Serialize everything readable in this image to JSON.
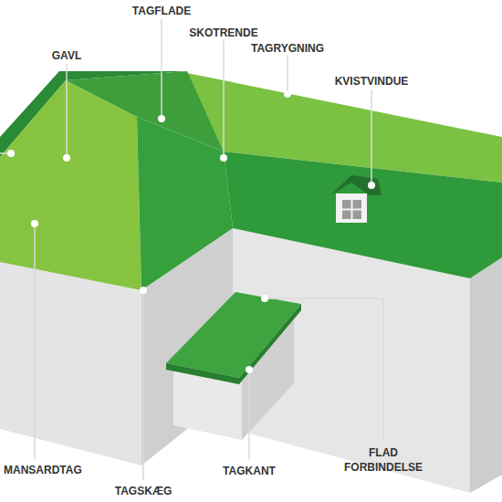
{
  "diagram": {
    "labels": [
      "TAGFLADE",
      "SKOTRENDE",
      "TAGRYGNING",
      "GAVL",
      "KVISTVINDUE",
      "FLAD FORBINDELSE",
      "MANSARDTAG",
      "TAGKANT",
      "TAGSKÆG"
    ]
  }
}
